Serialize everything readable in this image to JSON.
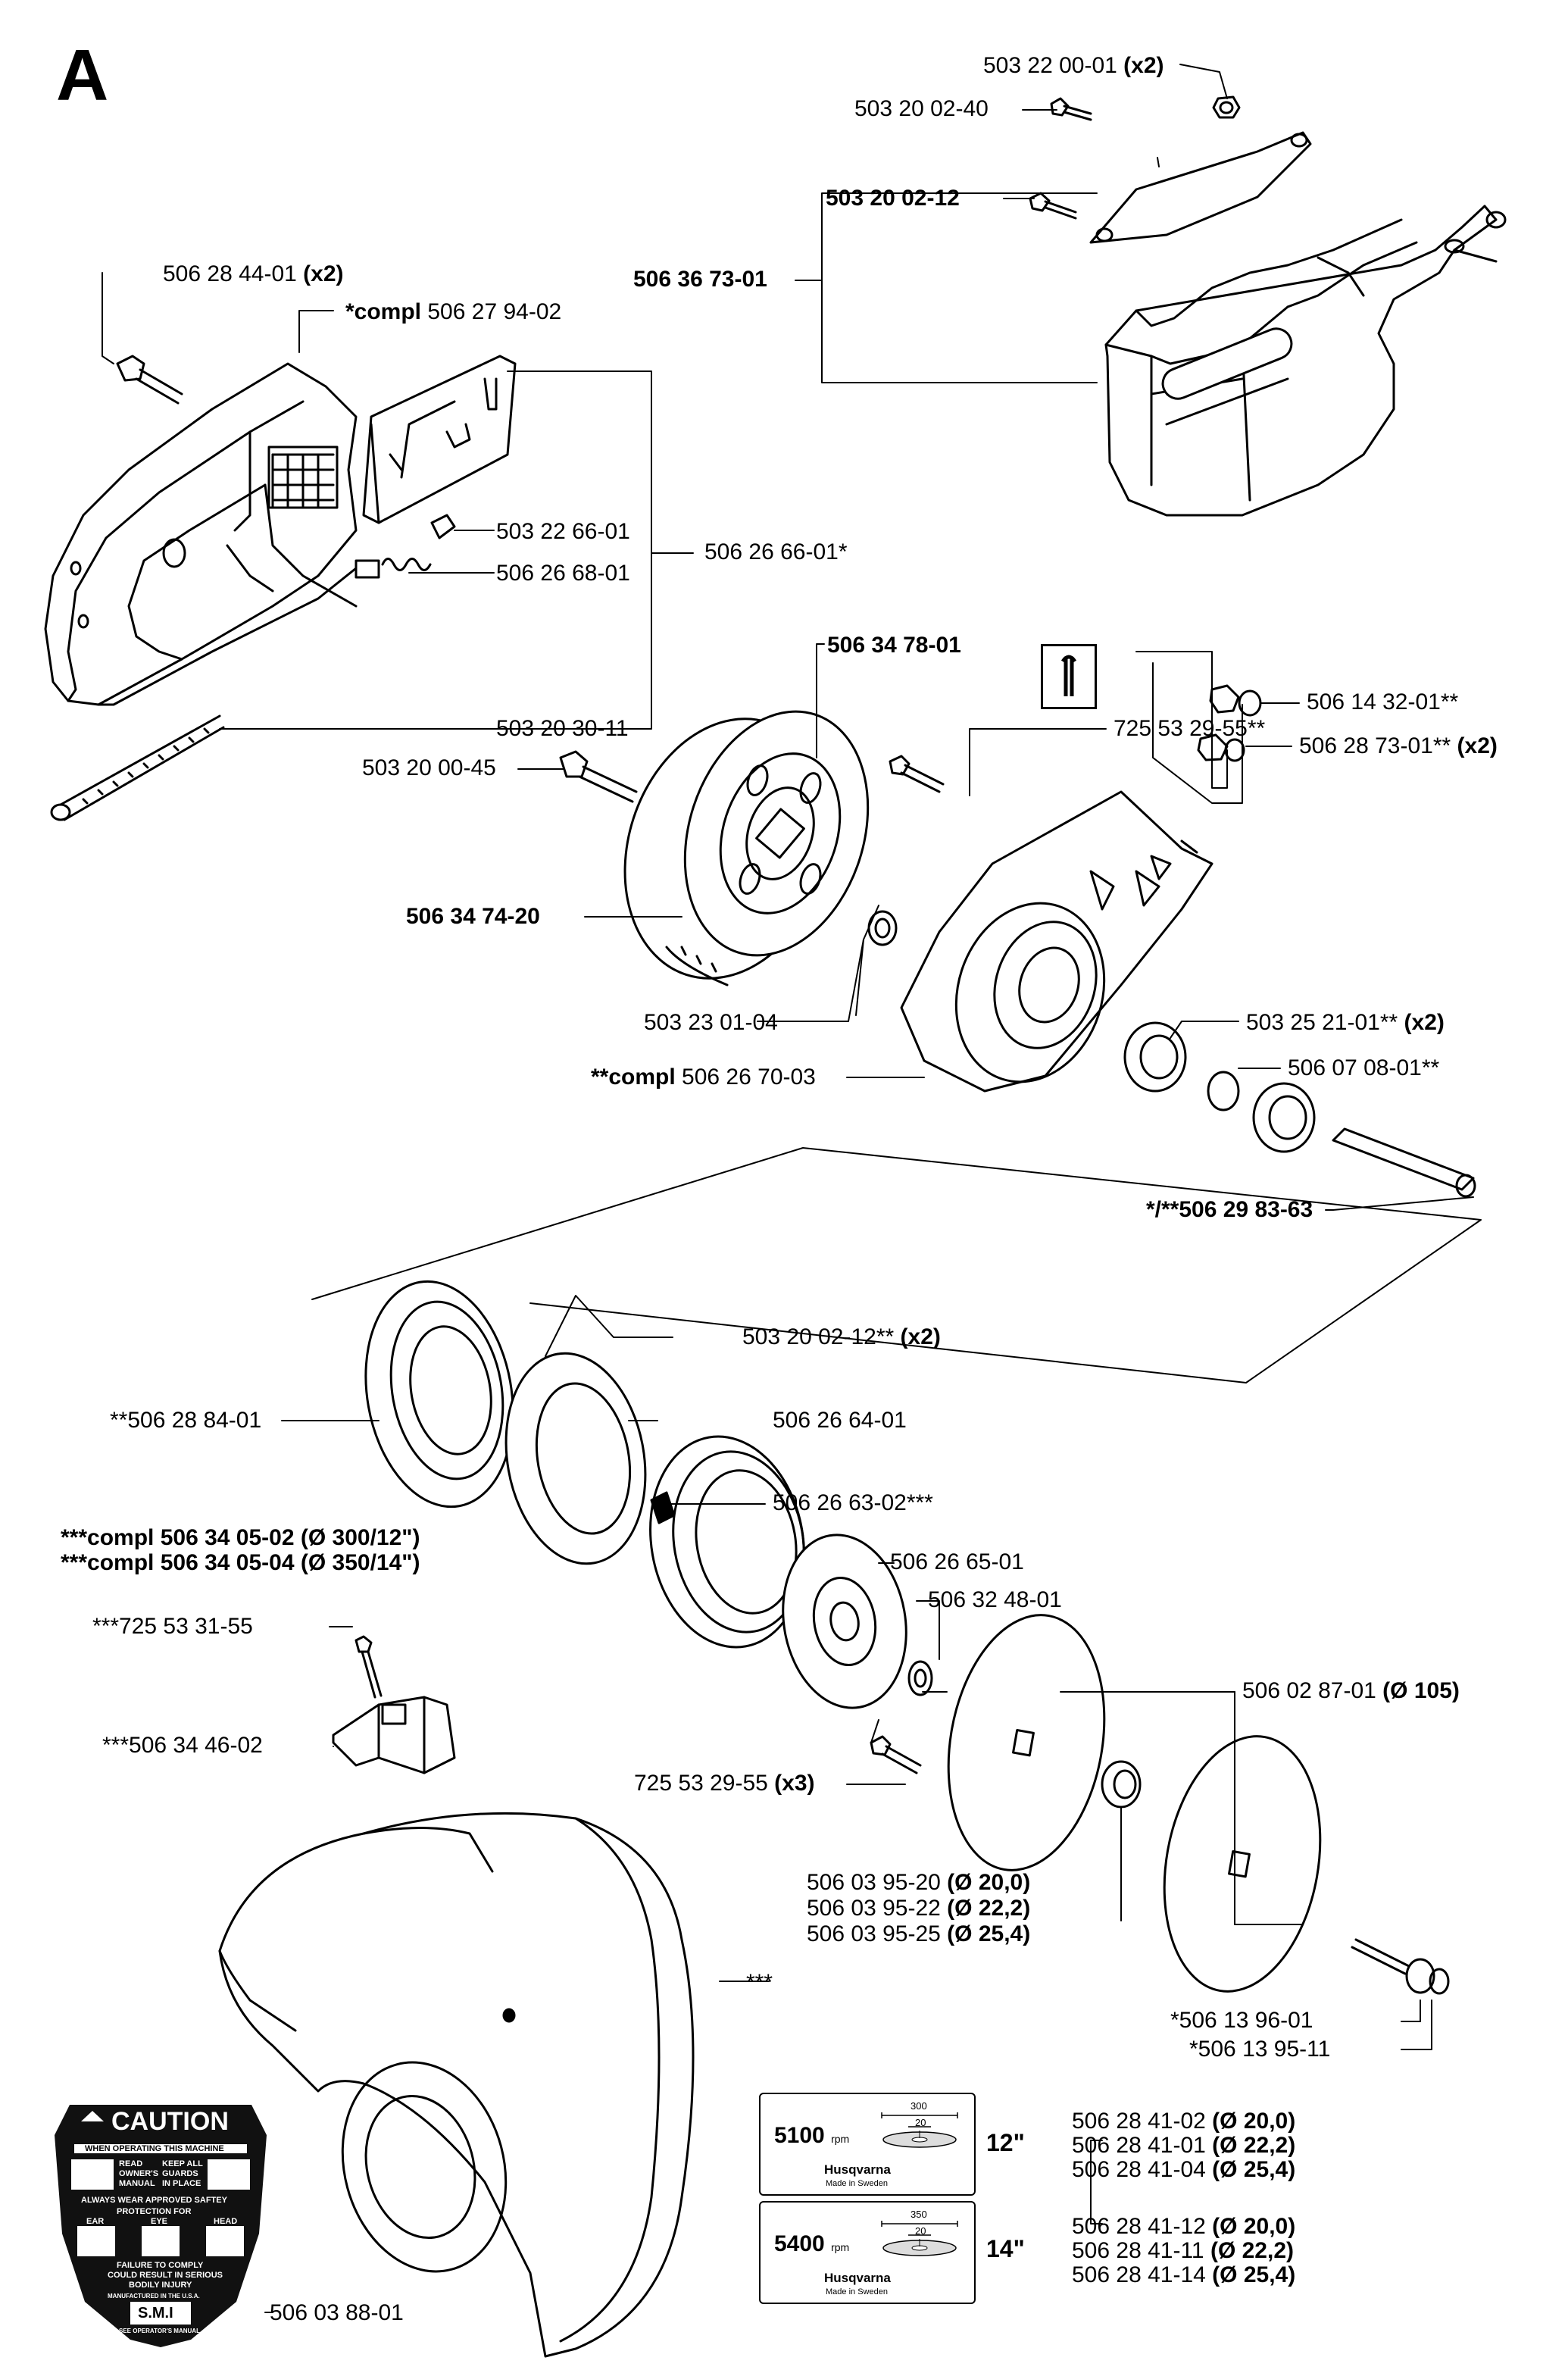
{
  "section_letter": "A",
  "labels": {
    "p1": "503 22 00-01",
    "p1q": "(x2)",
    "p2": "503 20 02-40",
    "p3": "503 20 02-12",
    "p4": "506 36 73-01",
    "p5": "506 28 44-01",
    "p5q": "(x2)",
    "p6pre": "*compl",
    "p6": "506 27 94-02",
    "p7": "503 22 66-01",
    "p8": "506 26 68-01",
    "p9": "506 26 66-01*",
    "p10": "506 34 78-01",
    "p11": "725 53 29-55**",
    "p12": "506 14 32-01**",
    "p13": "506 28 73-01**",
    "p13q": "(x2)",
    "p14": "503 20 30-11",
    "p15": "503 20 00-45",
    "p16": "506 34 74-20",
    "p17": "503 25 21-01**",
    "p17q": "(x2)",
    "p18": "503 23 01-04",
    "p19": "506 07 08-01**",
    "p20pre": "**compl",
    "p20": "506 26 70-03",
    "p21": "*/**506 29 83-63",
    "p22": "503 20 02-12**",
    "p22q": "(x2)",
    "p23": "**506 28 84-01",
    "p24": "506 26 64-01",
    "p25": "506 26 63-02***",
    "p26a": "***compl 506 34 05-02 (Ø 300/12\")",
    "p26b": "***compl 506 34 05-04 (Ø 350/14\")",
    "p27": "506 26 65-01",
    "p28": "506 32 48-01",
    "p29": "***725 53 31-55",
    "p30": "506 02 87-01",
    "p30q": "(Ø 105)",
    "p31": "***506 34 46-02",
    "p32": "725 53 29-55",
    "p32q": "(x3)",
    "p33a": "506 03 95-20",
    "p33aq": "(Ø 20,0)",
    "p33b": "506 03 95-22",
    "p33bq": "(Ø 22,2)",
    "p33c": "506 03 95-25",
    "p33cq": "(Ø 25,4)",
    "p34": "***",
    "p35": "*506 13 96-01",
    "p36": "*506 13 95-11",
    "p37": "506 03 88-01",
    "p38a": "506 28 41-02",
    "p38aq": "(Ø 20,0)",
    "p38b": "506 28 41-01",
    "p38bq": "(Ø 22,2)",
    "p38c": "506 28 41-04",
    "p38cq": "(Ø 25,4)",
    "p39a": "506 28 41-12",
    "p39aq": "(Ø 20,0)",
    "p39b": "506 28 41-11",
    "p39bq": "(Ø 22,2)",
    "p39c": "506 28 41-14",
    "p39cq": "(Ø 25,4)"
  },
  "plates": [
    {
      "rpm": "5100",
      "unit": "rpm",
      "dia": "300",
      "bore": "20",
      "size": "12\"",
      "brand": "Husqvarna",
      "made": "Made in Sweden"
    },
    {
      "rpm": "5400",
      "unit": "rpm",
      "dia": "350",
      "bore": "20",
      "size": "14\"",
      "brand": "Husqvarna",
      "made": "Made in Sweden"
    }
  ],
  "caution_decal": {
    "title": "CAUTION",
    "line1": "WHEN OPERATING THIS MACHINE",
    "c1a": "READ",
    "c1b": "OWNER'S",
    "c1c": "MANUAL",
    "c2a": "KEEP ALL",
    "c2b": "GUARDS",
    "c2c": "IN PLACE",
    "line2": "ALWAYS WEAR APPROVED SAFTEY",
    "line3": "PROTECTION FOR",
    "p_ear": "EAR",
    "p_eye": "EYE",
    "p_head": "HEAD",
    "fail1": "FAILURE TO COMPLY",
    "fail2": "COULD RESULT IN SERIOUS",
    "fail3": "BODILY INJURY",
    "small": "MANUFACTURED IN THE U.S.A.",
    "brand": "S.M.I",
    "small2": "SEE OPERATOR'S MANUAL"
  }
}
